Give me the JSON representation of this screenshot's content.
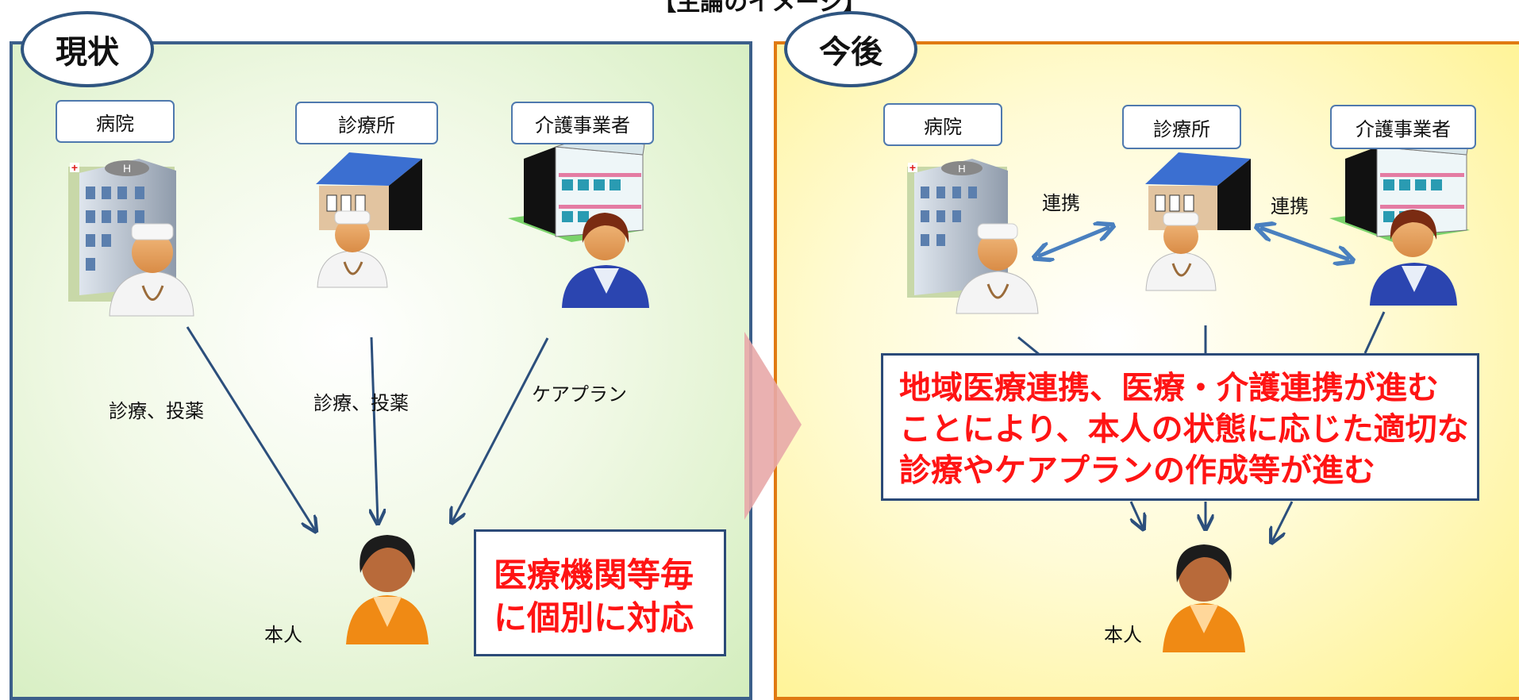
{
  "header": {
    "title": "【主論のイメージ】"
  },
  "left_panel": {
    "badge": "現状",
    "facilities": {
      "hospital": "病院",
      "clinic": "診療所",
      "care": "介護事業者"
    },
    "arrow_labels": {
      "hospital": "診療、投薬",
      "clinic": "診療、投薬",
      "care": "ケアプラン"
    },
    "person": "本人",
    "note_lines": [
      "医療機関等毎",
      "に個別に対応"
    ]
  },
  "right_panel": {
    "badge": "今後",
    "facilities": {
      "hospital": "病院",
      "clinic": "診療所",
      "care": "介護事業者"
    },
    "link_labels": [
      "連携",
      "連携"
    ],
    "person": "本人",
    "note_lines": [
      "地域医療連携、医療・介護連携が進む",
      "ことにより、本人の状態に応じた適切な",
      "診療やケアプランの作成等が進む"
    ]
  },
  "colors": {
    "left_border": "#3c5f8a",
    "right_border": "#e07a12",
    "note_text": "#ff1414",
    "arrow": "#2c4f7c",
    "link_arrow": "#4a80bf",
    "transition_arrow": "#e8a9a9"
  },
  "icons": [
    "hospital-building-icon",
    "clinic-house-icon",
    "care-facility-icon",
    "doctor-icon",
    "care-worker-icon",
    "person-icon",
    "transition-arrow-icon"
  ]
}
